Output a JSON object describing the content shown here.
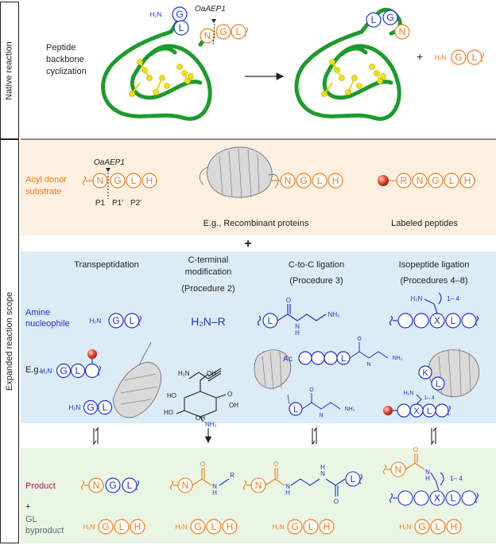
{
  "sidebar": {
    "native": "Native reaction",
    "expanded": "Expanded reaction scope"
  },
  "native": {
    "label_lines": [
      "Peptide",
      "backbone",
      "cyclization"
    ],
    "enzyme": "OaAEP1",
    "h2n": "H₂N",
    "plus": "+",
    "residues": {
      "G": "G",
      "L": "L",
      "N": "N"
    }
  },
  "acyl": {
    "label_lines": [
      "Acyl donor",
      "substrate"
    ],
    "enzyme": "OaAEP1",
    "positions": [
      "P1",
      "P1′",
      "P2′"
    ],
    "recombinant": "E.g., Recombinant proteins",
    "labeled": "Labeled peptides",
    "residues": {
      "N": "N",
      "G": "G",
      "L": "L",
      "H": "H",
      "R": "R"
    }
  },
  "plus_big": "+",
  "scope": {
    "amine_lines": [
      "Amine",
      "nucleophile"
    ],
    "eg": "E.g.,",
    "columns": {
      "transpeptidation": [
        "Transpeptidation"
      ],
      "cterm": [
        "C-terminal",
        "modification",
        "(Procedure 2)"
      ],
      "ctoc": [
        "C-to-C ligation",
        "(Procedure 3)"
      ],
      "iso": [
        "Isopeptide ligation",
        "(Procedures 4–8)"
      ]
    },
    "h2n_r": "H₂N–R",
    "ac": "Ac",
    "nh2": "NH₂",
    "h2n": "H₂N",
    "oh": "OH",
    "ho": "HO",
    "o": "O",
    "n": "N",
    "h": "H",
    "r": "R",
    "range": "1– 4",
    "residues": {
      "G": "G",
      "L": "L",
      "X": "X",
      "K": "K"
    }
  },
  "product": {
    "product": "Product",
    "plus": "+",
    "byproduct_lines": [
      "GL",
      "byproduct"
    ],
    "h2n": "H₂N",
    "residues": {
      "N": "N",
      "G": "G",
      "L": "L",
      "H": "H",
      "X": "X"
    }
  },
  "colors": {
    "orange": "#f07a1a",
    "blue": "#1d2fd6",
    "magenta": "#b0156a",
    "green": "#1d9a2a",
    "yellow": "#f2e400",
    "acyl_bg": "#fdf0e0",
    "scope_bg": "#dcecf7",
    "product_bg": "#e9f6e4"
  }
}
